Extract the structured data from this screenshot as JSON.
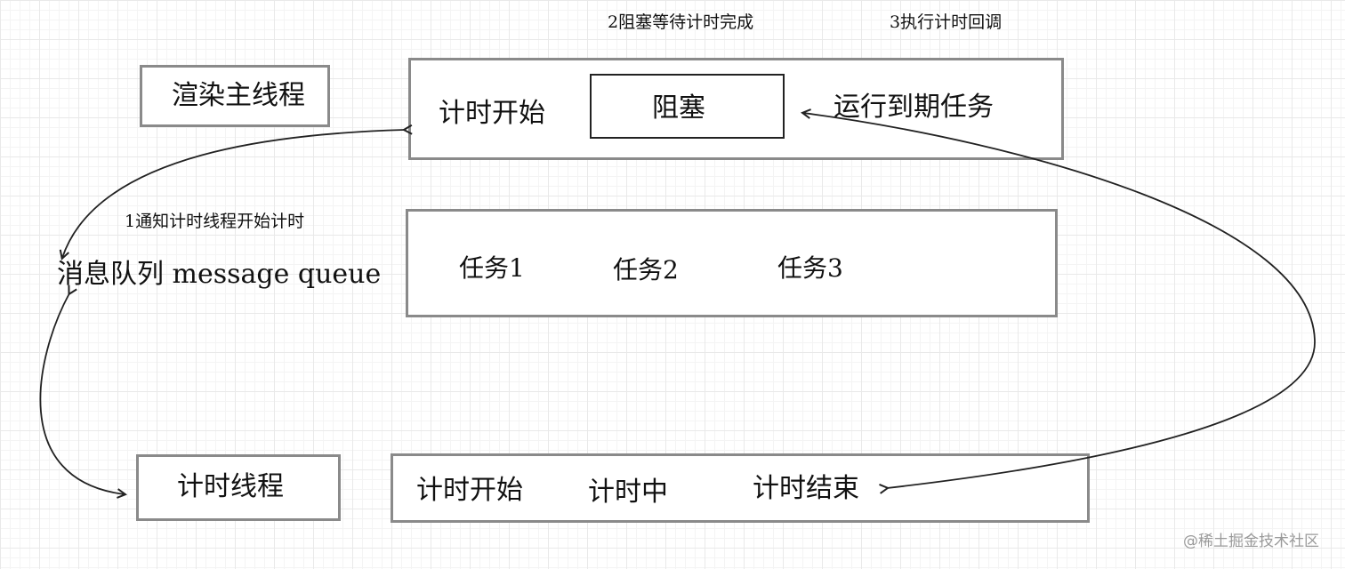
{
  "labels": {
    "step2": "2阻塞等待计时完成",
    "step3": "3执行计时回调",
    "step1": "1通知计时线程开始计时"
  },
  "render_thread": {
    "label": "渲染主线程",
    "items": [
      "计时开始",
      "阻塞",
      "运行到期任务"
    ]
  },
  "message_queue": {
    "label": "消息队列 message queue",
    "tasks": [
      "任务1",
      "任务2",
      "任务3"
    ]
  },
  "timer_thread": {
    "label": "计时线程",
    "items": [
      "计时开始",
      "计时中",
      "计时结束"
    ]
  },
  "watermark": "@稀土掘金技术社区",
  "colors": {
    "box_border": "#8a8a8a",
    "arrow": "#222222"
  }
}
